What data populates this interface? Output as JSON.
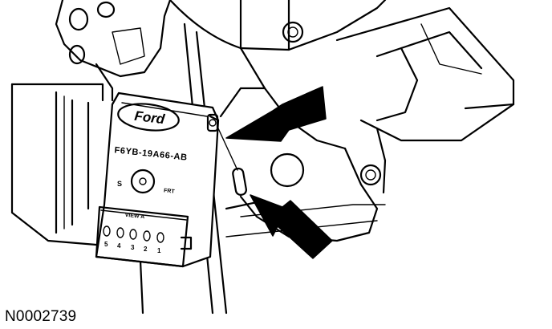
{
  "figure": {
    "id": "N0002739",
    "module": {
      "brand": "Ford",
      "part_number": "F6YB-19A66-AB",
      "left_marking": "S",
      "right_marking": "FRT",
      "connector_label": "VIEW A",
      "pin_numbers": [
        "5",
        "4",
        "3",
        "2",
        "1"
      ]
    }
  },
  "icons": {
    "arrow_upper": "arrow-left-icon",
    "arrow_lower": "arrow-up-left-icon"
  }
}
